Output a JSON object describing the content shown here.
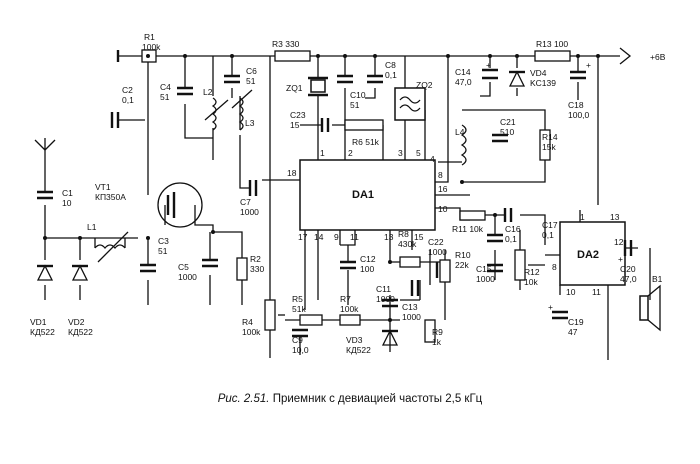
{
  "caption": {
    "fig": "Рис. 2.51.",
    "text": "Приемник с девиацией частоты 2,5 кГц"
  },
  "supply": "+6В",
  "labels": {
    "R1": "R1",
    "R1v": "100k",
    "R3": "R3 330",
    "R13": "R13 100",
    "C2": "C2",
    "C2v": "0,1",
    "C4": "C4",
    "C4v": "51",
    "C6": "C6",
    "C6v": "51",
    "L2": "L2",
    "L3": "L3",
    "ZQ1": "ZQ1",
    "C10": "C10",
    "C10v": "51",
    "C8": "C8",
    "C8v": "0,1",
    "ZQ2": "ZQ2",
    "C14": "C14",
    "C14v": "47,0",
    "VD4": "VD4",
    "VD4v": "KC139",
    "C18": "C18",
    "C18v": "100,0",
    "C23": "C23",
    "C23v": "15",
    "R6": "R6 51k",
    "L4": "L4",
    "C21": "C21",
    "C21v": "510",
    "R14": "R14",
    "R14v": "15k",
    "C1": "C1",
    "C1v": "10",
    "VT1": "VT1",
    "VT1v": "КП350А",
    "C7": "C7",
    "C7v": "1000",
    "DA1": "DA1",
    "L1": "L1",
    "C3": "C3",
    "C3v": "51",
    "C5": "C5",
    "C5v": "1000",
    "R2": "R2",
    "R2v": "330",
    "C12": "C12",
    "C12v": "100",
    "R8": "R8",
    "R8v": "430k",
    "C22": "C22",
    "C22v": "1000",
    "R11": "R11 10k",
    "C16": "C16",
    "C16v": "0,1",
    "C17": "C17",
    "C17v": "0,1",
    "DA2": "DA2",
    "R10": "R10",
    "R10v": "22k",
    "C15": "C15",
    "C15v": "1000",
    "R12": "R12",
    "R12v": "10k",
    "C20": "C20",
    "C20v": "47,0",
    "B1": "B1",
    "C11": "C11",
    "C11v": "1000",
    "C13": "C13",
    "C13v": "1000",
    "R5": "R5",
    "R5v": "51k",
    "R7": "R7",
    "R7v": "100k",
    "R4": "R4",
    "R4v": "100k",
    "C9": "C9",
    "C9v": "10,0",
    "VD3": "VD3",
    "VD3v": "КД522",
    "R9": "R9",
    "R9v": "1k",
    "C19": "C19",
    "C19v": "47",
    "VD1": "VD1",
    "VD1v": "КД522",
    "VD2": "VD2",
    "VD2v": "КД522"
  },
  "pins": {
    "p1": "1",
    "p2": "2",
    "p3": "3",
    "p5": "5",
    "p4": "4",
    "p18": "18",
    "p8": "8",
    "p16": "16",
    "p10": "10",
    "p17": "17",
    "p14": "14",
    "p9": "9",
    "p11": "11",
    "p13": "13",
    "p15": "15",
    "q1": "1",
    "q13": "13",
    "q12": "12",
    "q8": "8",
    "q10": "10",
    "q11": "11"
  }
}
